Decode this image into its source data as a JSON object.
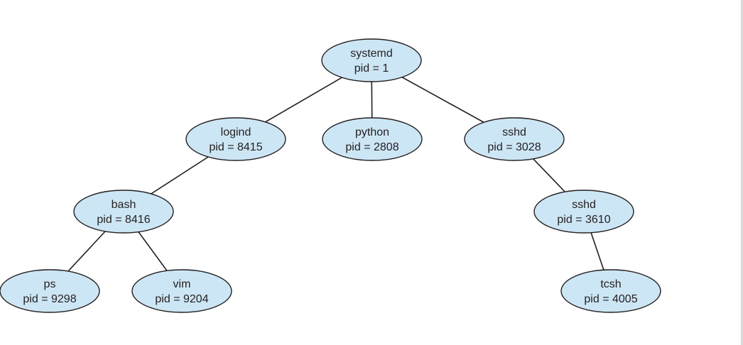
{
  "colors": {
    "node_fill": "#cde6f5",
    "node_stroke": "#231f20",
    "edge": "#231f20",
    "text": "#231f20"
  },
  "nodes": [
    {
      "id": "systemd",
      "name": "systemd",
      "pid_label": "pid = 1"
    },
    {
      "id": "logind",
      "name": "logind",
      "pid_label": "pid = 8415"
    },
    {
      "id": "python",
      "name": "python",
      "pid_label": "pid = 2808"
    },
    {
      "id": "sshd1",
      "name": "sshd",
      "pid_label": "pid = 3028"
    },
    {
      "id": "bash",
      "name": "bash",
      "pid_label": "pid = 8416"
    },
    {
      "id": "sshd2",
      "name": "sshd",
      "pid_label": "pid = 3610"
    },
    {
      "id": "ps",
      "name": "ps",
      "pid_label": "pid = 9298"
    },
    {
      "id": "vim",
      "name": "vim",
      "pid_label": "pid = 9204"
    },
    {
      "id": "tcsh",
      "name": "tcsh",
      "pid_label": "pid = 4005"
    }
  ],
  "edges": [
    {
      "from": "systemd",
      "to": "logind"
    },
    {
      "from": "systemd",
      "to": "python"
    },
    {
      "from": "systemd",
      "to": "sshd1"
    },
    {
      "from": "logind",
      "to": "bash"
    },
    {
      "from": "bash",
      "to": "ps"
    },
    {
      "from": "bash",
      "to": "vim"
    },
    {
      "from": "sshd1",
      "to": "sshd2"
    },
    {
      "from": "sshd2",
      "to": "tcsh"
    }
  ]
}
